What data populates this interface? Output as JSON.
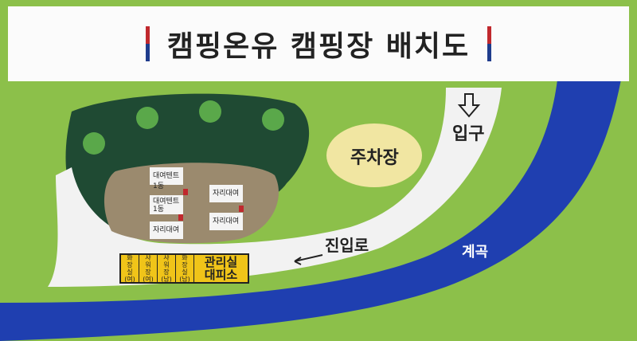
{
  "title": "캠핑온유 캠핑장 배치도",
  "labels": {
    "parking": "주차장",
    "entrance": "입구",
    "access_road": "진입로",
    "stream": "계곡"
  },
  "sites": [
    {
      "label": "대여텐트 1동"
    },
    {
      "label": "대여텐트\n1동"
    },
    {
      "label": "자리대여"
    },
    {
      "label": "자리대여"
    },
    {
      "label": "자리대여"
    }
  ],
  "facilities": {
    "cells": [
      "화\n장\n실\n(여)",
      "샤\n워\n장\n(여)",
      "샤\n워\n장\n(남)",
      "화\n장\n실\n(남)"
    ],
    "main": "관리실\n대피소"
  },
  "colors": {
    "grass": "#8cc04a",
    "forest": "#1f4a33",
    "ground": "#9b8a6e",
    "road": "#f2f2f2",
    "parking": "#f1e6a2",
    "river": "#1f3fb0",
    "facility": "#f0c419"
  }
}
